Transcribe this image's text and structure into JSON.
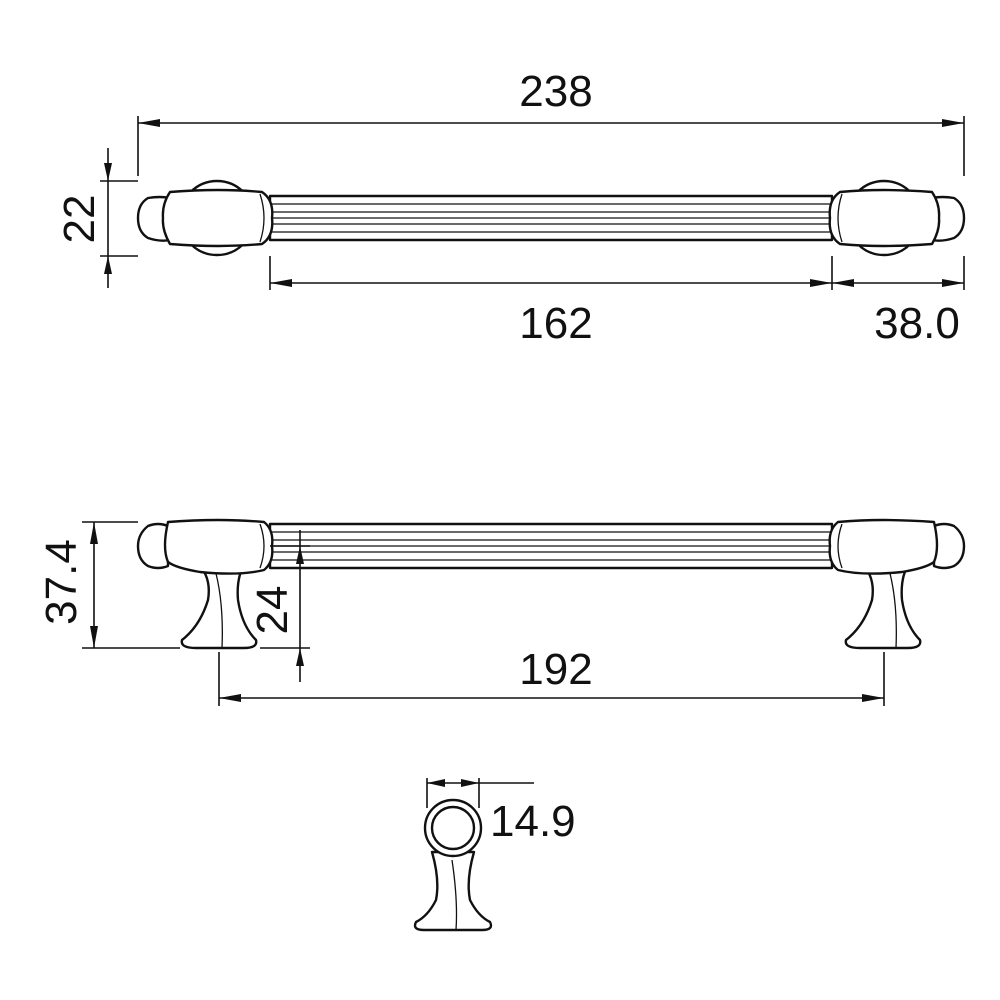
{
  "drawing": {
    "line_color": "#111111",
    "background": "#ffffff",
    "dimensions": {
      "overall_length": "238",
      "handle_height_top": "22",
      "bar_length": "162",
      "end_cap_length": "38.0",
      "total_height": "37.4",
      "bar_offset": "24",
      "hole_spacing": "192",
      "bar_diameter": "14.9"
    }
  }
}
